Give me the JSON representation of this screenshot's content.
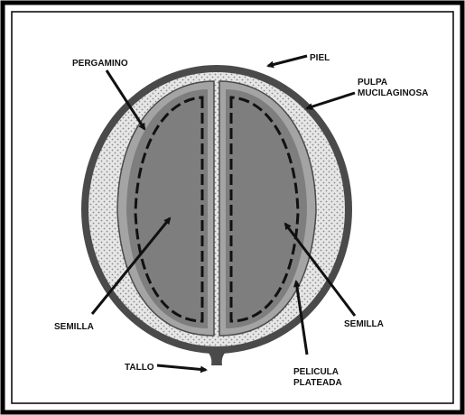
{
  "colors": {
    "frame": "#000000",
    "skin": "#4a4a4a",
    "pulp": "#e6e6e6",
    "pulp_dots": "#8a8a8a",
    "parchment": "#a4a4a4",
    "seed": "#7e7e7e",
    "silver_film": "#111111",
    "leader": "#111111",
    "label": "#111111"
  },
  "labels": {
    "pergamino": "PERGAMINO",
    "piel": "PIEL",
    "pulpa_line1": "PULPA",
    "pulpa_line2": "MUCILAGINOSA",
    "semilla_left": "SEMILLA",
    "semilla_right": "SEMILLA",
    "tallo": "TALLO",
    "pelicula_line1": "PELICULA",
    "pelicula_line2": "PLATEADA"
  }
}
